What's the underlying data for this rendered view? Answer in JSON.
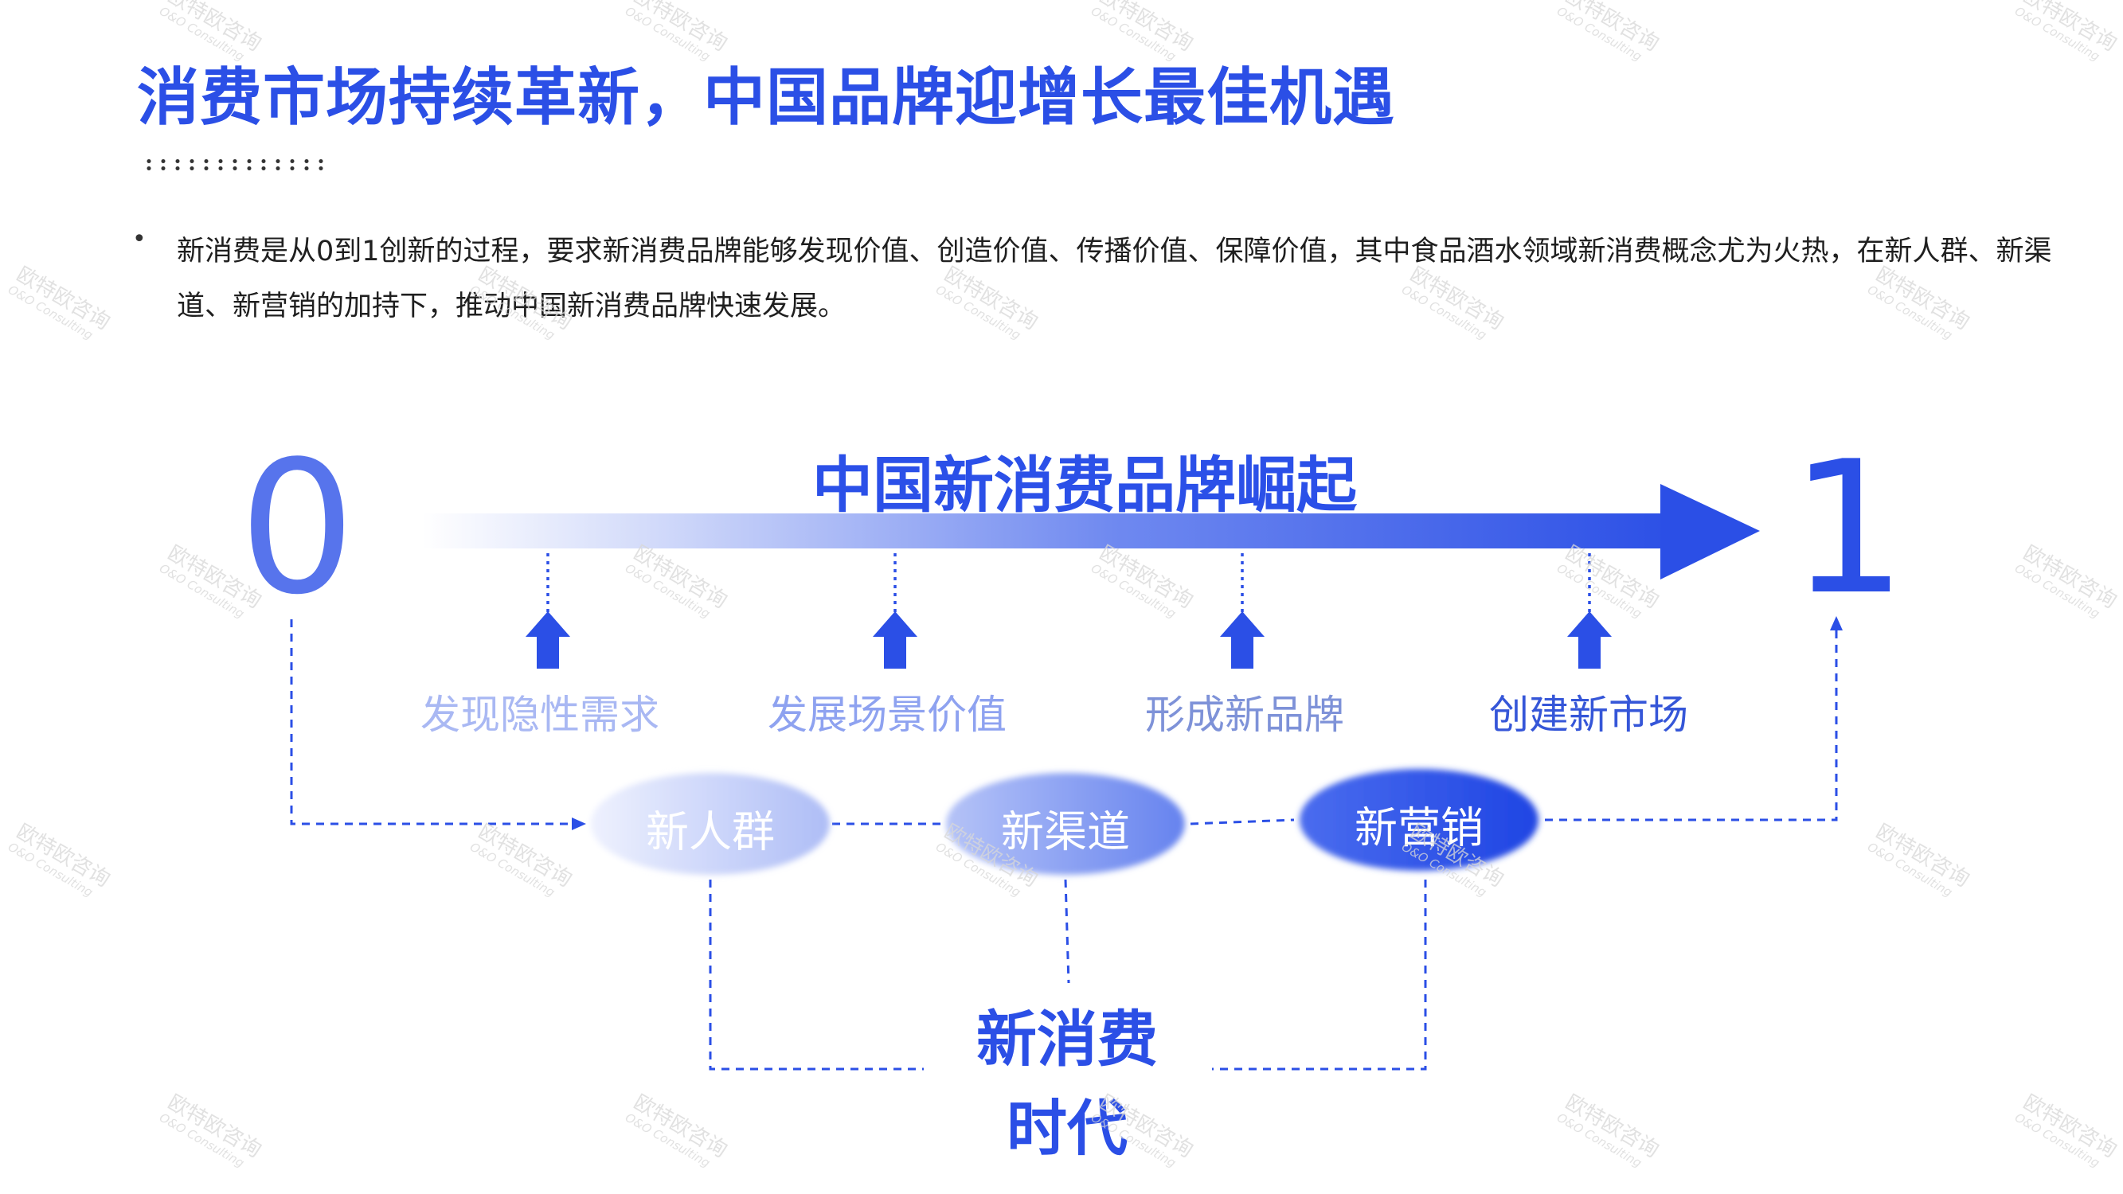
{
  "title": "消费市场持续革新，中国品牌迎增长最佳机遇",
  "description": "新消费是从0到1创新的过程，要求新消费品牌能够发现价值、创造价值、传播价值、保障价值，其中食品酒水领域新消费概念尤为火热，在新人群、新渠道、新营销的加持下，推动中国新消费品牌快速发展。",
  "bullet": "•",
  "diagram": {
    "start_label": "0",
    "end_label": "1",
    "arrow_title": "中国新消费品牌崛起",
    "steps": [
      {
        "label": "发现隐性需求",
        "color": "#a9b8f3"
      },
      {
        "label": "发展场景价值",
        "color": "#8ea2f0"
      },
      {
        "label": "形成新品牌",
        "color": "#7e92d8"
      },
      {
        "label": "创建新市场",
        "color": "#3556d8"
      }
    ],
    "drivers": [
      {
        "label": "新人群",
        "color": "#c2cdf8"
      },
      {
        "label": "新渠道",
        "color": "#8fa4f2"
      },
      {
        "label": "新营销",
        "color": "#2f55ea"
      }
    ],
    "era_lines": [
      "新消费",
      "时代"
    ]
  },
  "watermark": {
    "main": "欧特欧咨询",
    "sub": "O&O Consulting"
  },
  "colors": {
    "primary": "#2b4fe6",
    "accent_light": "#c2cdf8"
  }
}
